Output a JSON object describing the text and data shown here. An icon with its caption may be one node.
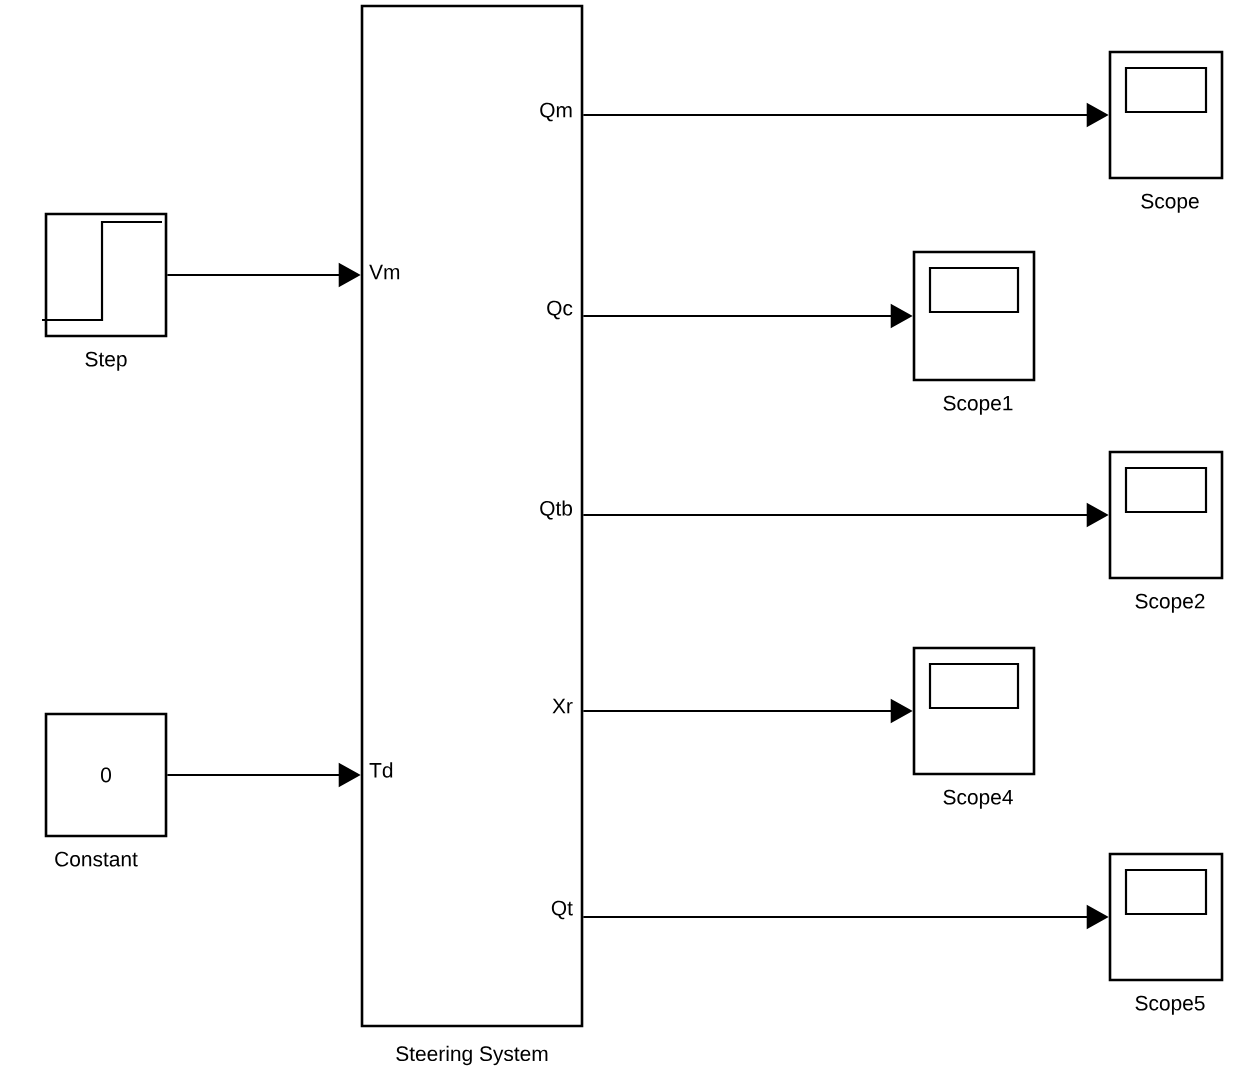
{
  "diagram": {
    "nodes": [
      {
        "text": [
          "Step"
        ]
      },
      {
        "text": [
          "0",
          "Constant"
        ]
      },
      {
        "text": [
          "Vm",
          "Td",
          "Qm",
          "Qc",
          "Qtb",
          "Xr",
          "Qt",
          "Steering System"
        ]
      },
      {
        "text": [
          "Scope"
        ]
      },
      {
        "text": [
          "Scope1"
        ]
      },
      {
        "text": [
          "Scope2"
        ]
      },
      {
        "text": [
          "Scope4"
        ]
      },
      {
        "text": [
          "Scope5"
        ]
      }
    ],
    "edges": [
      {
        "from": 0,
        "to": 2,
        "arrow": "to"
      },
      {
        "from": 1,
        "to": 2,
        "arrow": "to"
      },
      {
        "from": 2,
        "to": 3,
        "arrow": "to"
      },
      {
        "from": 2,
        "to": 4,
        "arrow": "to"
      },
      {
        "from": 2,
        "to": 5,
        "arrow": "to"
      },
      {
        "from": 2,
        "to": 6,
        "arrow": "to"
      },
      {
        "from": 2,
        "to": 7,
        "arrow": "to"
      }
    ]
  }
}
